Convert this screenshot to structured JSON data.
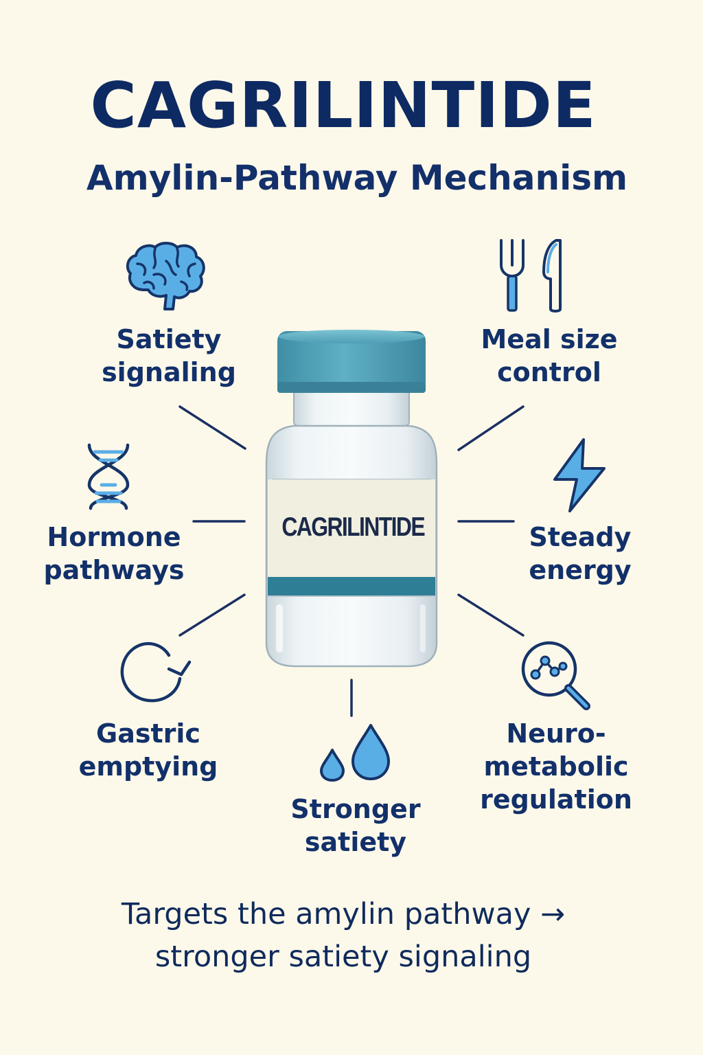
{
  "header": {
    "title": "CAGRILINTIDE",
    "subtitle": "Amylin-Pathway Mechanism"
  },
  "vial": {
    "label": "CAGRILINTIDE"
  },
  "effects": [
    {
      "id": "satiety-signaling",
      "icon": "brain-icon",
      "line1": "Satiety",
      "line2": "signaling"
    },
    {
      "id": "meal-size-control",
      "icon": "fork-knife-icon",
      "line1": "Meal size",
      "line2": "control"
    },
    {
      "id": "hormone-pathways",
      "icon": "dna-icon",
      "line1": "Hormone",
      "line2": "pathways"
    },
    {
      "id": "steady-energy",
      "icon": "lightning-icon",
      "line1": "Steady",
      "line2": "energy"
    },
    {
      "id": "gastric-emptying",
      "icon": "circular-arrow-icon",
      "line1": "Gastric",
      "line2": "emptying"
    },
    {
      "id": "stronger-satiety",
      "icon": "water-drops-icon",
      "line1": "Stronger",
      "line2": "satiety"
    },
    {
      "id": "neuro-metabolic-regulation",
      "icon": "magnifier-network-icon",
      "line1": "Neuro-",
      "line2": "metabolic",
      "line3": "regulation"
    }
  ],
  "footer": {
    "line1": "Targets the amylin pathway →",
    "line2": "stronger satiety signaling"
  },
  "colors": {
    "background": "#fdf9ea",
    "navy": "#0e2a63",
    "sky_blue": "#5aaee6",
    "teal_cap": "#4e9fb5",
    "teal_band": "#2e7e96"
  }
}
